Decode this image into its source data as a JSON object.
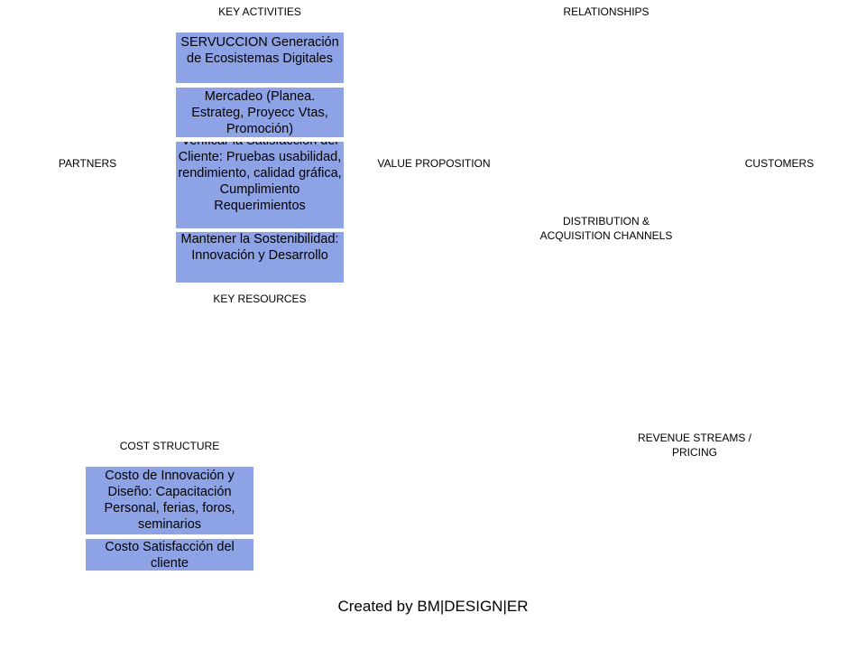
{
  "sections": {
    "key_activities": "KEY ACTIVITIES",
    "relationships": "RELATIONSHIPS",
    "partners": "PARTNERS",
    "value_proposition": "VALUE PROPOSITION",
    "customers": "CUSTOMERS",
    "distribution_line1": "DISTRIBUTION  &",
    "distribution_line2": "ACQUISITION  CHANNELS",
    "key_resources": "KEY RESOURCES",
    "cost_structure": "COST  STRUCTURE",
    "revenue_line1": "REVENUE STREAMS  /",
    "revenue_line2": "PRICING"
  },
  "key_activities_notes": [
    {
      "text": "SERVUCCION Generación de Ecosistemas Digitales"
    },
    {
      "text": "Mercadeo (Planea. Estrateg, Proyecc Vtas, Promoción)"
    },
    {
      "text": "Verificar la Satisfacción del Cliente: Pruebas usabilidad, rendimiento, calidad gráfica, Cumplimiento Requerimientos"
    },
    {
      "text": "Mantener la Sostenibilidad: Innovación y Desarrollo"
    }
  ],
  "cost_structure_notes": [
    {
      "text": "Costo de Innovación y Diseño: Capacitación Personal, ferias, foros, seminarios"
    },
    {
      "text": "Costo Satisfacción del cliente"
    }
  ],
  "colors": {
    "note_fill": "#8ea3e6",
    "background": "#ffffff"
  },
  "footer": "Created by BM|DESIGN|ER"
}
